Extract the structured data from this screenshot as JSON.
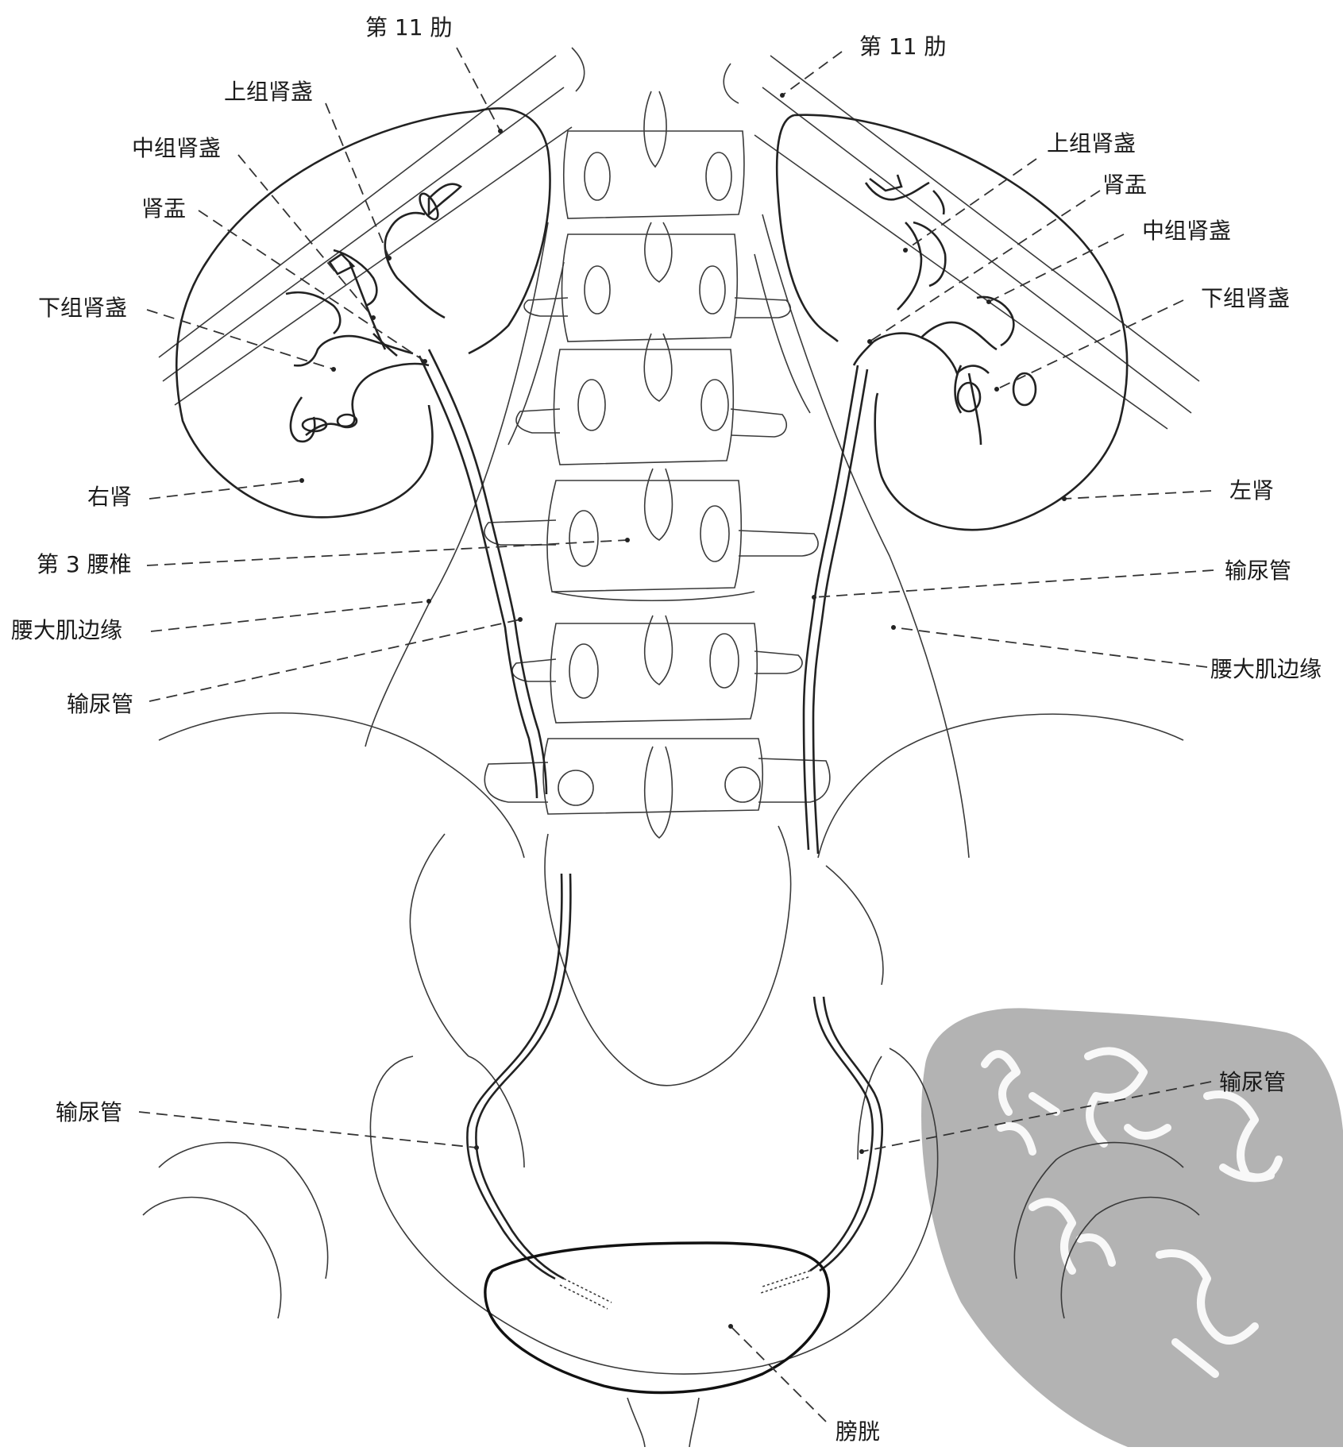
{
  "labels": {
    "rib11_right": "第 11 肋",
    "rib11_left": "第 11 肋",
    "upper_calyx_right": "上组肾盏",
    "middle_calyx_right": "中组肾盏",
    "pelvis_right": "肾盂",
    "lower_calyx_right": "下组肾盏",
    "upper_calyx_left": "上组肾盏",
    "pelvis_left": "肾盂",
    "middle_calyx_left": "中组肾盏",
    "lower_calyx_left": "下组肾盏",
    "right_kidney": "右肾",
    "left_kidney": "左肾",
    "l3_vertebra": "第 3 腰椎",
    "psoas_margin_right": "腰大肌边缘",
    "psoas_margin_left": "腰大肌边缘",
    "ureter_right_upper": "输尿管",
    "ureter_left_upper": "输尿管",
    "ureter_right_lower": "输尿管",
    "ureter_left_lower": "输尿管",
    "bladder": "膀胱"
  },
  "watermark": {
    "type": "seal-stamp",
    "color": "#9a9a9a"
  }
}
